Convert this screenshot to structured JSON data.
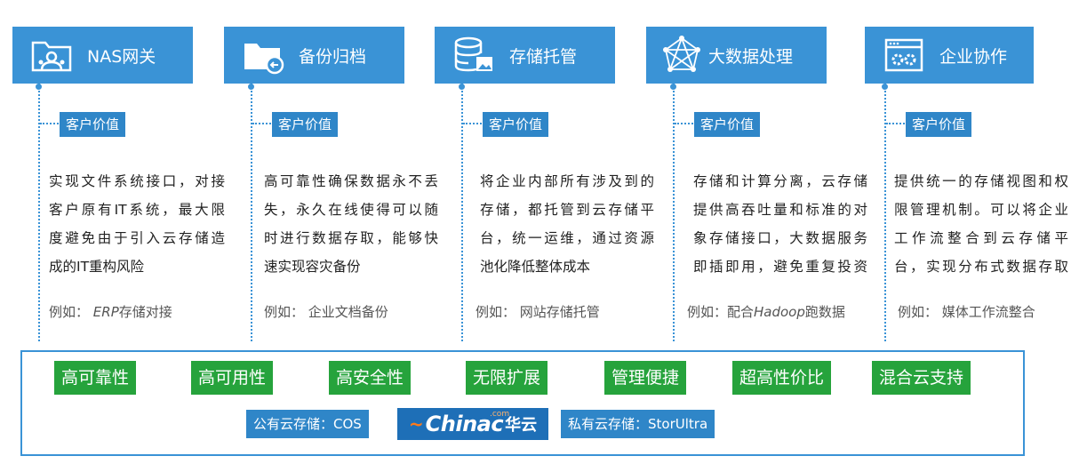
{
  "columns": [
    {
      "title": "NAS网关",
      "icon": "nas-gateway-icon",
      "tag": "客户价值",
      "lines": [
        "实现文件系统接口，对接",
        "客户原有IT系统，最大限",
        "度避免由于引入云存储造",
        "成的IT重构风险"
      ],
      "example_prefix": "例如：",
      "example_em": "ERP",
      "example_rest": "存储对接"
    },
    {
      "title": "备份归档",
      "icon": "backup-folder-icon",
      "tag": "客户价值",
      "lines": [
        "高可靠性确保数据永不丢",
        "失，永久在线使得可以随",
        "时进行数据存取，能够快",
        "速实现容灾备份"
      ],
      "example_prefix": "例如：",
      "example_em": "",
      "example_rest": "企业文档备份"
    },
    {
      "title": "存储托管",
      "icon": "database-storage-icon",
      "tag": "客户价值",
      "lines": [
        "将企业内部所有涉及到的",
        "存储，都托管到云存储平",
        "台，统一运维，通过资源",
        "池化降低整体成本"
      ],
      "example_prefix": "例如：",
      "example_em": "",
      "example_rest": "网站存储托管"
    },
    {
      "title": "大数据处理",
      "icon": "network-graph-icon",
      "tag": "客户价值",
      "lines": [
        "存储和计算分离，云存储",
        "提供高吞吐量和标准的对",
        "象存储接口，大数据服务",
        "即插即用，避免重复投资"
      ],
      "example_prefix": "例如：配合",
      "example_em": "Hadoop",
      "example_rest": "跑数据"
    },
    {
      "title": "企业协作",
      "icon": "app-settings-icon",
      "tag": "客户价值",
      "lines": [
        "提供统一的存储视图和权",
        "限管理机制。可以将企业",
        "工作流整合到云存储平",
        "台，实现分布式数据存取"
      ],
      "example_prefix": "例如：",
      "example_em": "",
      "example_rest": "媒体工作流整合"
    }
  ],
  "features": [
    "高可靠性",
    "高可用性",
    "高安全性",
    "无限扩展",
    "管理便捷",
    "超高性价比",
    "混合云支持"
  ],
  "public_cloud": "公有云存储：COS",
  "private_cloud": "私有云存储：StorUltra",
  "logo": {
    "word": "Chinac",
    "cn": "华云",
    "com": ".com"
  },
  "colors": {
    "header": "#3a93d6",
    "tag": "#2f86c8",
    "feature": "#26a33c",
    "logo_bg": "#1e6fb7"
  }
}
